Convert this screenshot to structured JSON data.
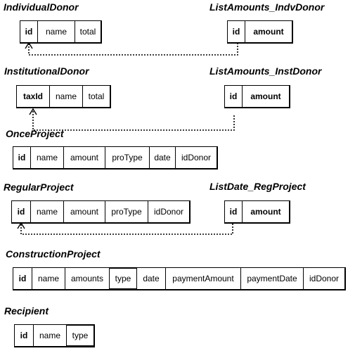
{
  "entities": {
    "individual_donor": {
      "title": "IndividualDonor",
      "fields": [
        "id",
        "name",
        "total"
      ]
    },
    "list_amounts_indv": {
      "title": "ListAmounts_IndvDonor",
      "fields": [
        "id",
        "amount"
      ]
    },
    "institutional_donor": {
      "title": "InstitutionalDonor",
      "fields": [
        "taxId",
        "name",
        "total"
      ]
    },
    "list_amounts_inst": {
      "title": "ListAmounts_InstDonor",
      "fields": [
        "id",
        "amount"
      ]
    },
    "once_project": {
      "title": "OnceProject",
      "fields": [
        "id",
        "name",
        "amount",
        "proType",
        "date",
        "idDonor"
      ]
    },
    "regular_project": {
      "title": "RegularProject",
      "fields": [
        "id",
        "name",
        "amount",
        "proType",
        "idDonor"
      ]
    },
    "list_date_reg": {
      "title": "ListDate_RegProject",
      "fields": [
        "id",
        "amount"
      ]
    },
    "construction_project": {
      "title": "ConstructionProject",
      "fields": [
        "id",
        "name",
        "amounts",
        "type",
        "date",
        "paymentAmount",
        "paymentDate",
        "idDonor"
      ]
    },
    "recipient": {
      "title": "Recipient",
      "fields": [
        "id",
        "name",
        "type"
      ]
    }
  }
}
